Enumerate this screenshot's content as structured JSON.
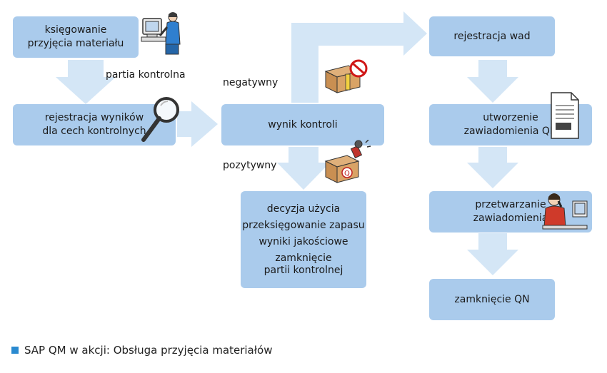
{
  "boxes": {
    "goods_receipt": "księgowanie przyjęcia materiału",
    "record_results": "rejestracja wyników dla cech kontrolnych",
    "inspection_result": "wynik kontroli",
    "usage_decision": [
      "decyzja użycia",
      "przeksięgowanie zapasu",
      "wyniki jakościowe",
      "zamknięcie partii kontrolnej"
    ],
    "defect_recording": "rejestracja wad",
    "create_qn": "utworzenie zawiadomienia QN",
    "process_qn": "przetwarzanie zawiadomienia",
    "close_qn": "zamknięcie QN"
  },
  "labels": {
    "inspection_lot": "partia kontrolna",
    "negative": "negatywny",
    "positive": "pozytywny"
  },
  "caption": "SAP QM w akcji: Obsługa przyjęcia materiałów",
  "colors": {
    "box": "#aacbec",
    "arrow": "#d4e6f6",
    "caption_marker": "#2a8ad0"
  },
  "icons": [
    "computer-user-icon",
    "magnifier-icon",
    "blocked-box-icon",
    "stamped-box-icon",
    "document-icon",
    "phone-operator-icon"
  ]
}
